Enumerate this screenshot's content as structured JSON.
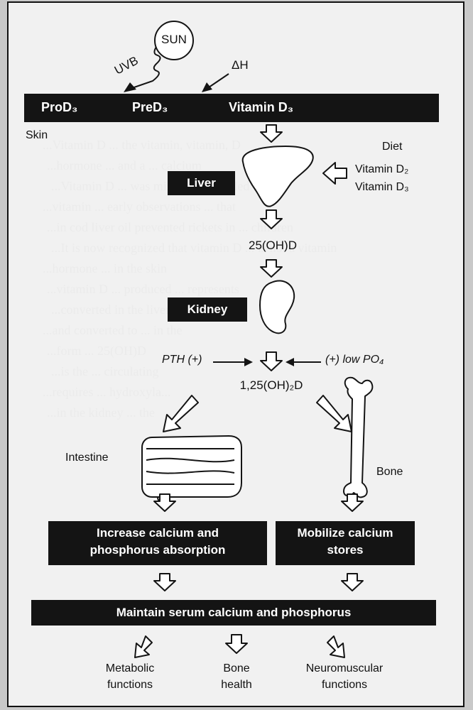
{
  "background_text": [
    "...Vitamin D ... the vitamin, vitamin, D",
    "...hormone ... and a ... calcium",
    "...Vitamin D ... was mistakenly labeled",
    "...vitamin ... early observations ... that",
    "...in cod liver oil prevented rickets in ... children",
    "...It is now recognized that vitamin D ... is not a vitamin",
    "...hormone ... in the skin",
    "...vitamin D ... produced ... represents",
    "...converted in the liver",
    "...and converted to ... in the",
    "...form ... 25(OH)D",
    "...is the ... circulating",
    "...requires ... hydroxyla...",
    "...in the kidney ... the"
  ],
  "nodes": {
    "sun": "SUN",
    "uvb": "UVB",
    "delta_h": "ΔH",
    "skin_bar": {
      "prod3": "ProD₃",
      "pred3": "PreD₃",
      "vitd3": "Vitamin D₃"
    },
    "skin": "Skin",
    "diet": "Diet",
    "diet_d2": "Vitamin D₂",
    "diet_d3": "Vitamin D₃",
    "liver": "Liver",
    "ohd25": "25(OH)D",
    "kidney": "Kidney",
    "pth": "PTH (+)",
    "low_po4": "(+) low PO₄",
    "ohd125": "1,25(OH)₂D",
    "intestine": "Intestine",
    "bone": "Bone",
    "increase": [
      "Increase calcium and",
      "phosphorus absorption"
    ],
    "mobilize": [
      "Mobilize calcium",
      "stores"
    ],
    "maintain": "Maintain serum calcium and phosphorus",
    "metabolic": [
      "Metabolic",
      "functions"
    ],
    "bone_health": [
      "Bone",
      "health"
    ],
    "neuromuscular": [
      "Neuromuscular",
      "functions"
    ]
  },
  "colors": {
    "bar": "#141414",
    "bar_text": "#ffffff",
    "page": "#f6f6f6",
    "background": "#c9c9c9"
  }
}
